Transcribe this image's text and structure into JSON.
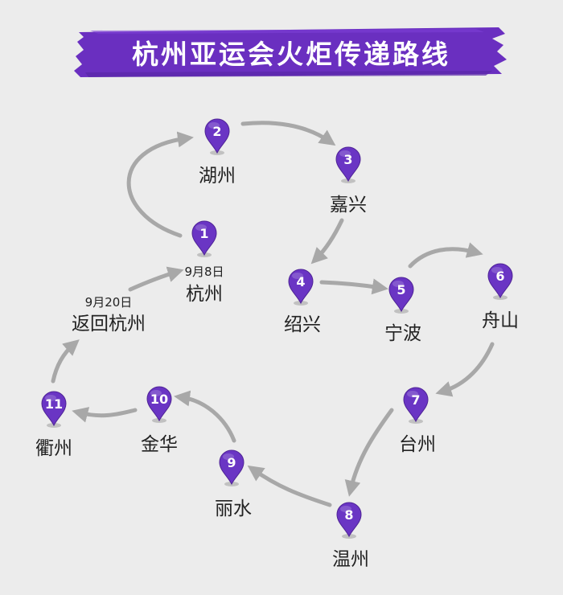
{
  "title": "杭州亚运会火炬传递路线",
  "colors": {
    "accent": "#6a2fc0",
    "pin": "#6a35c4",
    "arrow": "#a8a8a8",
    "background": "#ececec"
  },
  "stops": [
    {
      "num": "1",
      "city": "杭州",
      "date": "9月8日"
    },
    {
      "num": "2",
      "city": "湖州"
    },
    {
      "num": "3",
      "city": "嘉兴"
    },
    {
      "num": "4",
      "city": "绍兴"
    },
    {
      "num": "5",
      "city": "宁波"
    },
    {
      "num": "6",
      "city": "舟山"
    },
    {
      "num": "7",
      "city": "台州"
    },
    {
      "num": "8",
      "city": "温州"
    },
    {
      "num": "9",
      "city": "丽水"
    },
    {
      "num": "10",
      "city": "金华"
    },
    {
      "num": "11",
      "city": "衢州"
    }
  ],
  "return": {
    "city": "返回杭州",
    "date": "9月20日"
  }
}
